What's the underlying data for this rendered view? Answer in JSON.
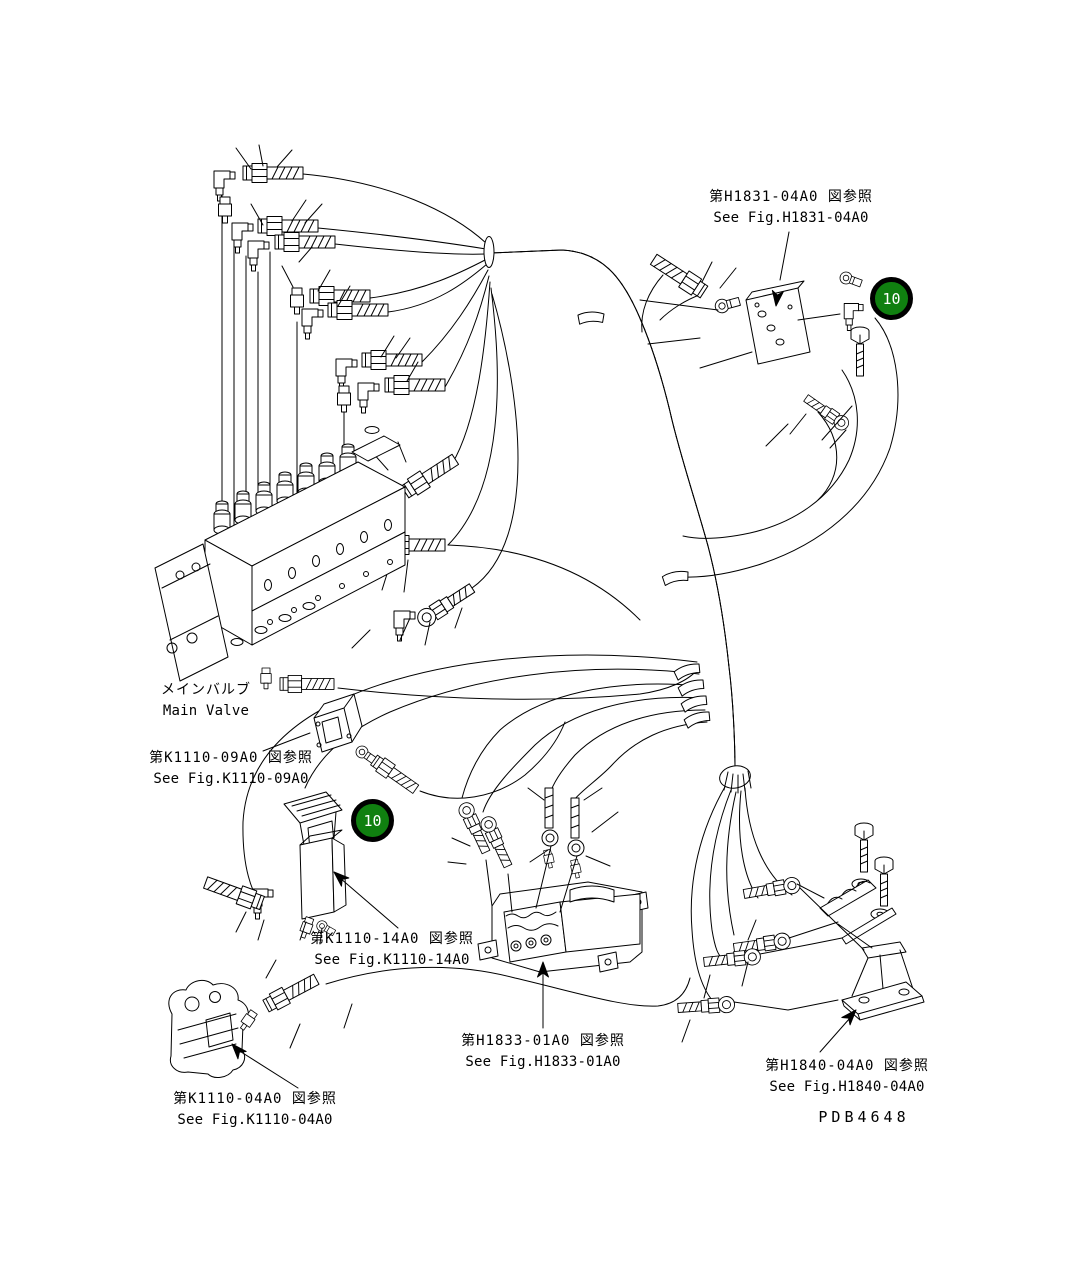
{
  "page": {
    "background": "#ffffff",
    "ink": "#000000"
  },
  "badges": {
    "color": "#108010",
    "style": "background:#108010",
    "items": [
      {
        "label": "10"
      },
      {
        "label": "10"
      }
    ]
  },
  "main_valve": {
    "label_jp": "メインバルブ",
    "label_en": "Main Valve"
  },
  "callouts": {
    "h1831": {
      "jp": "第H1831-04A0 図参照",
      "en": "See Fig.H1831-04A0"
    },
    "k1110_09": {
      "jp": "第K1110-09A0 図参照",
      "en": "See Fig.K1110-09A0"
    },
    "k1110_14": {
      "jp": "第K1110-14A0 図参照",
      "en": "See Fig.K1110-14A0"
    },
    "k1110_04": {
      "jp": "第K1110-04A0 図参照",
      "en": "See Fig.K1110-04A0"
    },
    "h1833": {
      "jp": "第H1833-01A0 図参照",
      "en": "See Fig.H1833-01A0"
    },
    "h1840": {
      "jp": "第H1840-04A0 図参照",
      "en": "See Fig.H1840-04A0"
    }
  },
  "drawing_number": "PDB4648"
}
